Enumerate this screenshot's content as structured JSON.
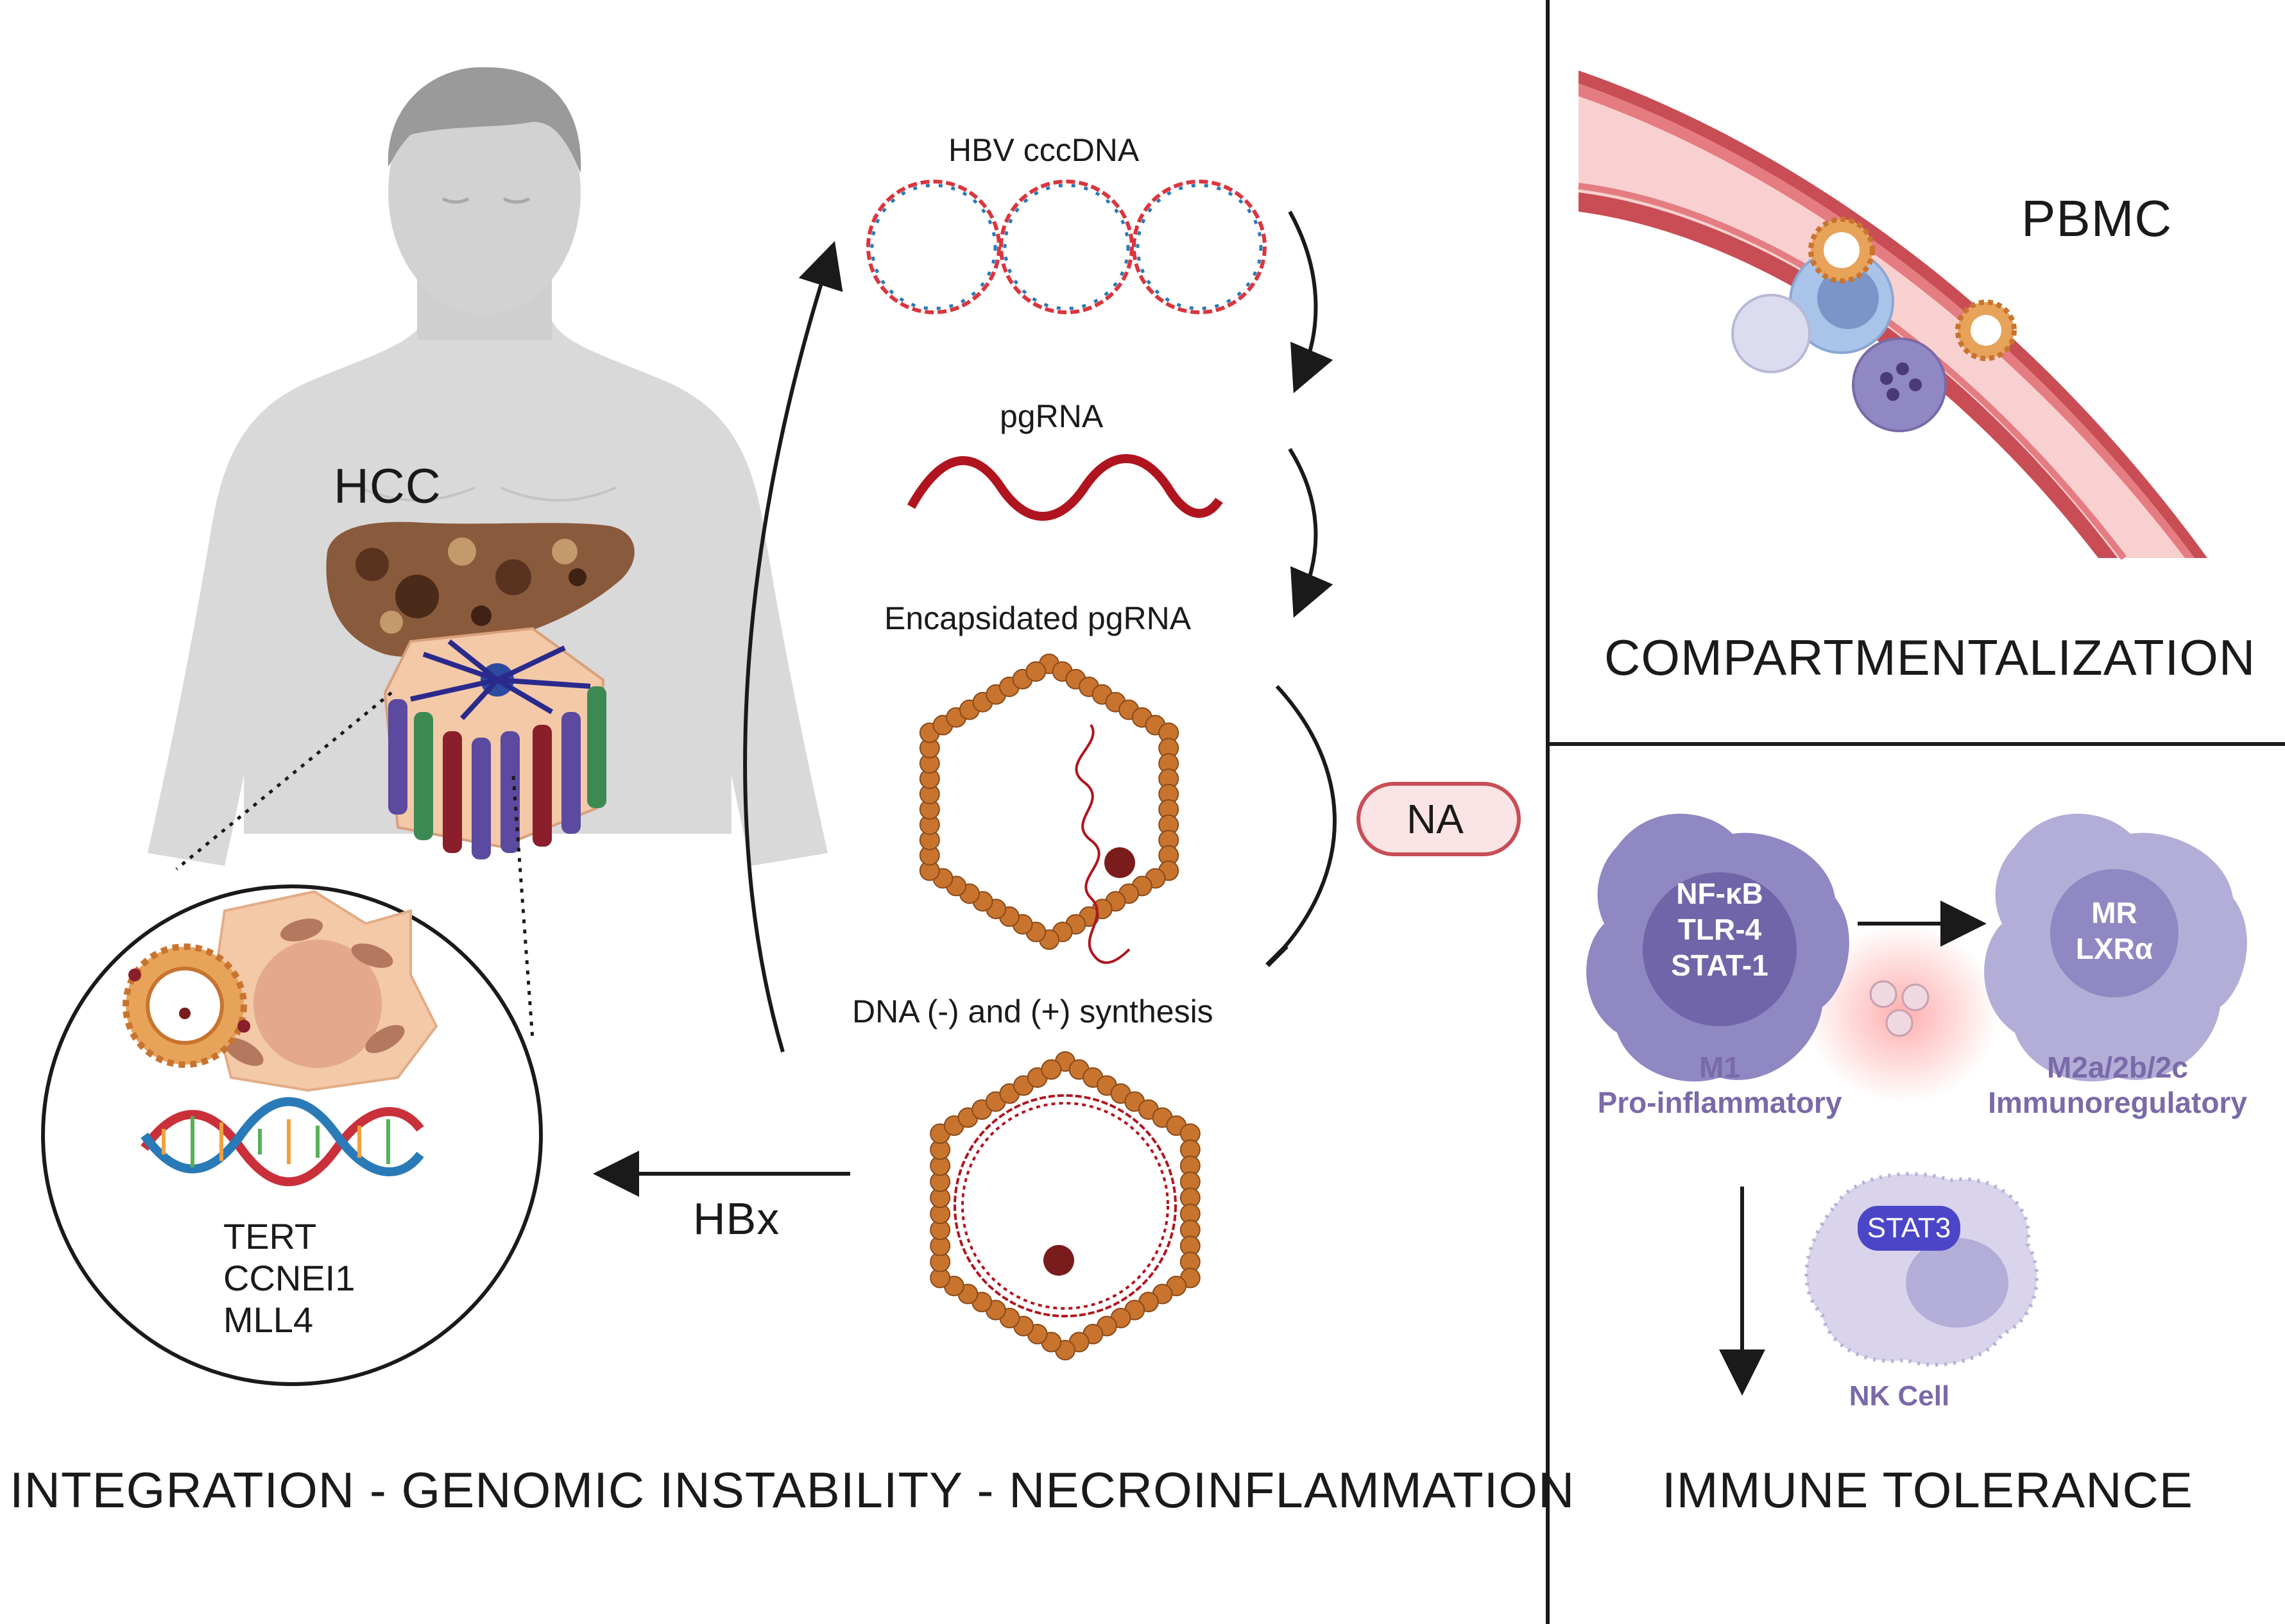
{
  "left_panel": {
    "hcc_label": "HCC",
    "genes": [
      "TERT",
      "CCNEI1",
      "MLL4"
    ],
    "footer": "INTEGRATION - GENOMIC INSTABILITY - NECROINFLAMMATION",
    "hbx_label": "HBx"
  },
  "cycle": {
    "cccdna_label": "HBV cccDNA",
    "pgrna_label": "pgRNA",
    "encapsidated_label": "Encapsidated pgRNA",
    "synthesis_label": "DNA (-) and (+) synthesis",
    "inhibitor_label": "NA"
  },
  "top_right": {
    "pbmc_label": "PBMC",
    "footer": "COMPARTMENTALIZATION"
  },
  "bottom_right": {
    "m1_markers": [
      "NF-κB",
      "TLR-4",
      "STAT-1"
    ],
    "m1_label": "M1",
    "m1_sub": "Pro-inflammatory",
    "m2_markers": [
      "MR",
      "LXRα"
    ],
    "m2_label": "M2a/2b/2c",
    "m2_sub": "Immunoregulatory",
    "nk_marker": "STAT3",
    "nk_label": "NK Cell",
    "footer": "IMMUNE TOLERANCE"
  },
  "colors": {
    "vessel": "#c94d55",
    "capsid": "#c8742f",
    "rna": "#b0141e",
    "macrophage": "#8f88c2",
    "nk": "#c9c3e3"
  }
}
